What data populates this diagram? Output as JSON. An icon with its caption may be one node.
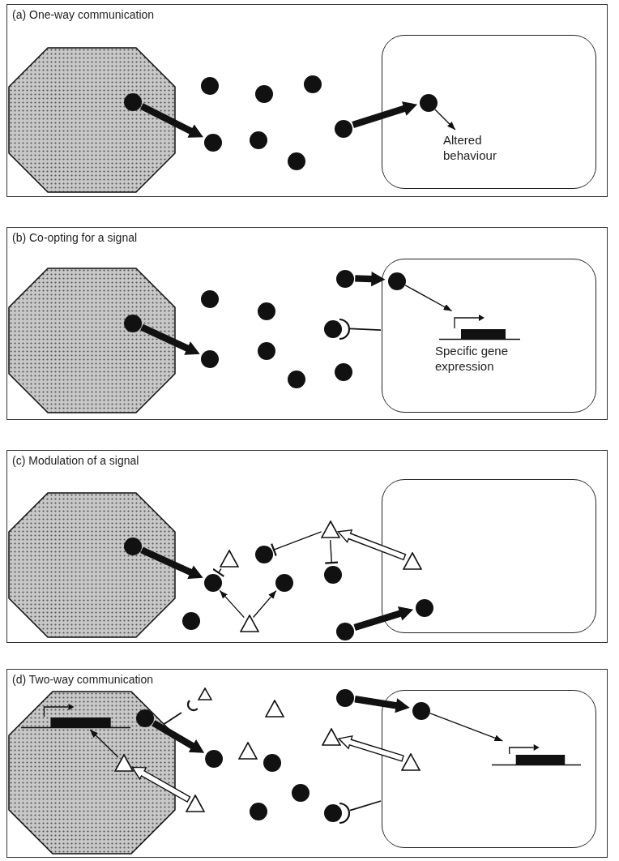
{
  "diagram": {
    "nodes": [
      {
        "text": [
          "(a) One-way communication"
        ]
      },
      {
        "text": [],
        "shape": "octagon",
        "in": 0
      },
      {
        "text": [],
        "shape": "circle",
        "in": 1
      },
      {
        "text": [],
        "shape": "box",
        "in": 0
      },
      {
        "text": [],
        "shape": "circle",
        "in": 0
      },
      {
        "text": [],
        "shape": "circle",
        "in": 0
      },
      {
        "text": [],
        "shape": "circle",
        "in": 0
      },
      {
        "text": [],
        "shape": "circle",
        "in": 0
      },
      {
        "text": [],
        "shape": "circle",
        "in": 0
      },
      {
        "text": [],
        "shape": "circle",
        "in": 0
      },
      {
        "text": [],
        "shape": "circle",
        "in": 0
      },
      {
        "text": [],
        "shape": "circle",
        "in": 3
      },
      {
        "text": [
          "Altered behaviour"
        ],
        "in": 3
      },
      {
        "text": [
          "(b) Co-opting for a signal"
        ]
      },
      {
        "text": [],
        "shape": "octagon",
        "in": 13
      },
      {
        "text": [],
        "shape": "circle",
        "in": 14
      },
      {
        "text": [],
        "shape": "circle",
        "in": 13
      },
      {
        "text": [],
        "shape": "circle",
        "in": 13
      },
      {
        "text": [],
        "shape": "circle",
        "in": 13
      },
      {
        "text": [],
        "shape": "circle",
        "in": 13
      },
      {
        "text": [],
        "shape": "circle",
        "in": 13
      },
      {
        "text": [],
        "shape": "cup",
        "in": 13
      },
      {
        "text": [],
        "shape": "circle",
        "in": 13
      },
      {
        "text": [],
        "shape": "circle",
        "in": 13
      },
      {
        "text": [],
        "shape": "circle",
        "in": 13
      },
      {
        "text": [],
        "shape": "box",
        "in": 13
      },
      {
        "text": [],
        "shape": "circle",
        "in": 25
      },
      {
        "text": [],
        "shape": "bar",
        "in": 25,
        "beside": [
          "Specific gene expression"
        ]
      },
      {
        "text": [
          "(c) Modulation of a signal"
        ]
      },
      {
        "text": [],
        "shape": "octagon",
        "in": 28
      },
      {
        "text": [],
        "shape": "circle",
        "in": 29
      },
      {
        "text": [],
        "shape": "circle",
        "in": 28
      },
      {
        "text": [],
        "shape": "circle",
        "in": 28
      },
      {
        "text": [],
        "shape": "triangle",
        "in": 28
      },
      {
        "text": [],
        "shape": "triangle",
        "in": 28
      },
      {
        "text": [],
        "shape": "circle",
        "in": 28
      },
      {
        "text": [],
        "shape": "circle",
        "in": 28
      },
      {
        "text": [],
        "shape": "triangle",
        "in": 28
      },
      {
        "text": [],
        "shape": "circle",
        "in": 28
      },
      {
        "text": [],
        "shape": "circle",
        "in": 28
      },
      {
        "text": [],
        "shape": "box",
        "in": 28
      },
      {
        "text": [],
        "shape": "triangle",
        "in": 40
      },
      {
        "text": [],
        "shape": "circle",
        "in": 40
      },
      {
        "text": [
          "(d) Two-way communication"
        ]
      },
      {
        "text": [],
        "shape": "octagon",
        "in": 43
      },
      {
        "text": [],
        "shape": "bar",
        "in": 44
      },
      {
        "text": [],
        "shape": "circle",
        "in": 44
      },
      {
        "text": [],
        "shape": "triangle",
        "in": 44
      },
      {
        "text": [],
        "shape": "cup",
        "in": 43
      },
      {
        "text": [],
        "shape": "triangle",
        "in": 43
      },
      {
        "text": [],
        "shape": "triangle",
        "in": 43
      },
      {
        "text": [],
        "shape": "circle",
        "in": 43
      },
      {
        "text": [],
        "shape": "triangle",
        "in": 43
      },
      {
        "text": [],
        "shape": "circle",
        "in": 43
      },
      {
        "text": [],
        "shape": "circle",
        "in": 43
      },
      {
        "text": [],
        "shape": "triangle",
        "in": 43
      },
      {
        "text": [],
        "shape": "circle",
        "in": 43
      },
      {
        "text": [],
        "shape": "triangle",
        "in": 43
      },
      {
        "text": [],
        "shape": "circle",
        "in": 43
      },
      {
        "text": [],
        "shape": "cup",
        "in": 43
      },
      {
        "text": [],
        "shape": "circle",
        "in": 43
      },
      {
        "text": [],
        "shape": "box",
        "in": 43
      },
      {
        "text": [],
        "shape": "circle",
        "in": 61
      },
      {
        "text": [],
        "shape": "triangle",
        "in": 61
      },
      {
        "text": [],
        "shape": "bar",
        "in": 61
      }
    ],
    "edges": [
      {
        "from": 2,
        "to": 5,
        "arrow": "to",
        "style": "thick"
      },
      {
        "from": 10,
        "to": 11,
        "arrow": "to",
        "style": "thick"
      },
      {
        "from": 11,
        "to": 12,
        "arrow": "to"
      },
      {
        "from": 21,
        "to": 25,
        "arrow": "none"
      },
      {
        "from": 15,
        "to": 17,
        "arrow": "to",
        "style": "thick"
      },
      {
        "from": 23,
        "to": 26,
        "arrow": "to",
        "style": "thick"
      },
      {
        "from": 26,
        "to": 27,
        "arrow": "to"
      },
      {
        "from": 30,
        "to": 32,
        "arrow": "to",
        "style": "thick"
      },
      {
        "from": 41,
        "to": 37,
        "arrow": "to",
        "style": "thick",
        "color": "#ffffff"
      },
      {
        "from": 37,
        "to": 35,
        "arrow": "other"
      },
      {
        "from": 37,
        "to": 38,
        "arrow": "other"
      },
      {
        "from": 33,
        "to": 32,
        "arrow": "other"
      },
      {
        "from": 34,
        "to": 32,
        "arrow": "to"
      },
      {
        "from": 34,
        "to": 36,
        "arrow": "to"
      },
      {
        "from": 39,
        "to": 42,
        "arrow": "to",
        "style": "thick"
      },
      {
        "from": 48,
        "to": 44,
        "arrow": "none"
      },
      {
        "from": 59,
        "to": 61,
        "arrow": "none"
      },
      {
        "from": 46,
        "to": 51,
        "arrow": "to",
        "style": "thick"
      },
      {
        "from": 47,
        "to": 45,
        "arrow": "to"
      },
      {
        "from": 50,
        "to": 47,
        "arrow": "to",
        "style": "thick",
        "color": "#ffffff"
      },
      {
        "from": 63,
        "to": 57,
        "arrow": "to",
        "style": "thick",
        "color": "#ffffff"
      },
      {
        "from": 60,
        "to": 62,
        "arrow": "to",
        "style": "thick"
      },
      {
        "from": 62,
        "to": 64,
        "arrow": "to"
      }
    ]
  }
}
